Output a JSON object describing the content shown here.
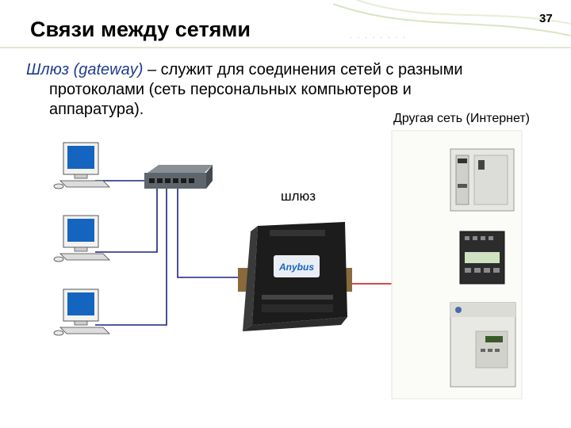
{
  "slide": {
    "title": "Связи между сетями",
    "number": "37"
  },
  "body": {
    "term": "Шлюз (gateway)",
    "line1_rest": " – служит для соединения сетей с разными",
    "line2": "протоколами (сеть персональных компьютеров и",
    "line3": "аппаратура)."
  },
  "labels": {
    "internet": "Другая сеть (Интернет)",
    "gateway": "шлюз"
  },
  "device": {
    "logo": "Anybus"
  },
  "colors": {
    "term": "#1f3c8c",
    "pc_network_lines": "#1a237e",
    "other_network_lines": "#d32f2f",
    "monitor_screen": "#1565c0",
    "gateway_body": "#1a1a1a"
  }
}
